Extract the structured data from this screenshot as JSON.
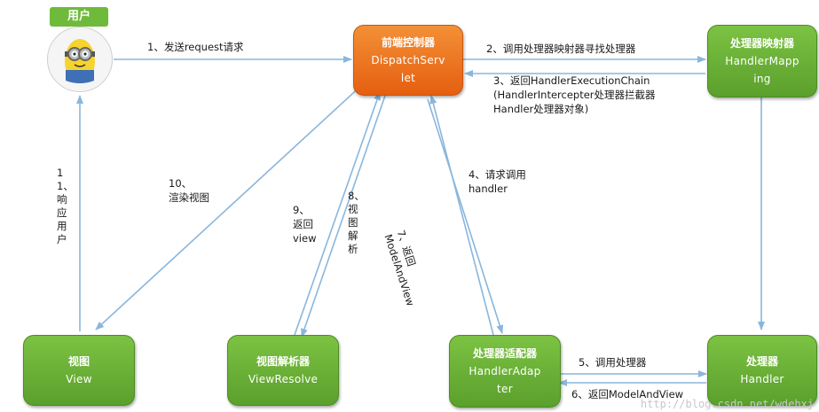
{
  "user": {
    "label": "用户"
  },
  "nodes": {
    "dispatcher": {
      "line1": "前端控制器",
      "line2": "DispatchServ",
      "line3": "let"
    },
    "mapping": {
      "line1": "处理器映射器",
      "line2": "HandlerMapp",
      "line3": "ing"
    },
    "view": {
      "line1": "视图",
      "line2": "View"
    },
    "resolver": {
      "line1": "视图解析器",
      "line2": "ViewResolve"
    },
    "adapter": {
      "line1": "处理器适配器",
      "line2": "HandlerAdap",
      "line3": "ter"
    },
    "handler": {
      "line1": "处理器",
      "line2": "Handler"
    }
  },
  "steps": {
    "s1": "1、发送request请求",
    "s2": "2、调用处理器映射器寻找处理器",
    "s3a": "3、返回HandlerExecutionChain",
    "s3b": "(HandlerIntercepter处理器拦截器",
    "s3c": "Handler处理器对象)",
    "s4a": "4、请求调用",
    "s4b": "handler",
    "s5": "5、调用处理器",
    "s6": "6、返回ModelAndView",
    "s7a": "7、返回",
    "s7b": "ModelAndView",
    "s8": "8、视图解析",
    "s9a": "9、",
    "s9b": "返回",
    "s9c": "view",
    "s10a": "10、",
    "s10b": "渲染视图",
    "s11": "11、响应用户"
  },
  "watermark": "http://blog.csdn.net/wdehxj",
  "colors": {
    "green": "#6fba3a",
    "orange": "#ec7022",
    "arrow": "#8ab6dc"
  }
}
